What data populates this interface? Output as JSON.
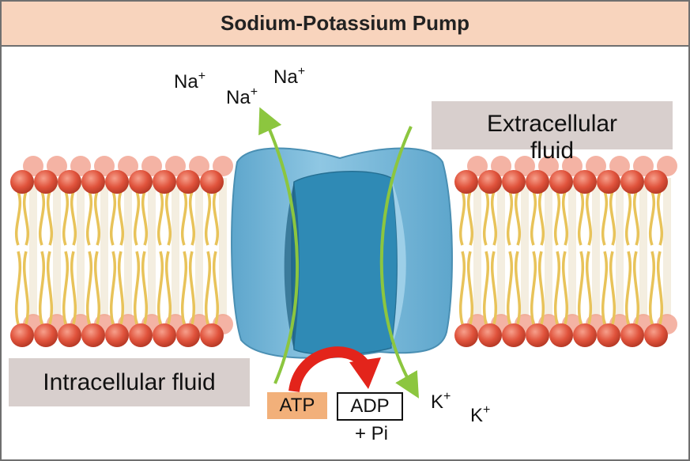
{
  "title": "Sodium-Potassium Pump",
  "regions": {
    "extracellular_line1": "Extracellular",
    "extracellular_line2": "fluid",
    "intracellular": "Intracellular fluid"
  },
  "ions": {
    "sodium": [
      {
        "symbol": "Na",
        "charge": "+"
      },
      {
        "symbol": "Na",
        "charge": "+"
      },
      {
        "symbol": "Na",
        "charge": "+"
      }
    ],
    "potassium": [
      {
        "symbol": "K",
        "charge": "+"
      },
      {
        "symbol": "K",
        "charge": "+"
      }
    ]
  },
  "energy": {
    "atp": "ATP",
    "adp": "ADP",
    "pi": "+ Pi"
  },
  "colors": {
    "title_bg": "#f8d4bd",
    "label_bg": "#d8cfcd",
    "atp_bg": "#f2b07a",
    "lipid_head": "#e0533c",
    "lipid_tail": "#e8c35a",
    "protein": "#6fb3d4",
    "channel": "#2f8ab5",
    "arrow_green": "#8cc63f",
    "arrow_red": "#e3241b"
  }
}
